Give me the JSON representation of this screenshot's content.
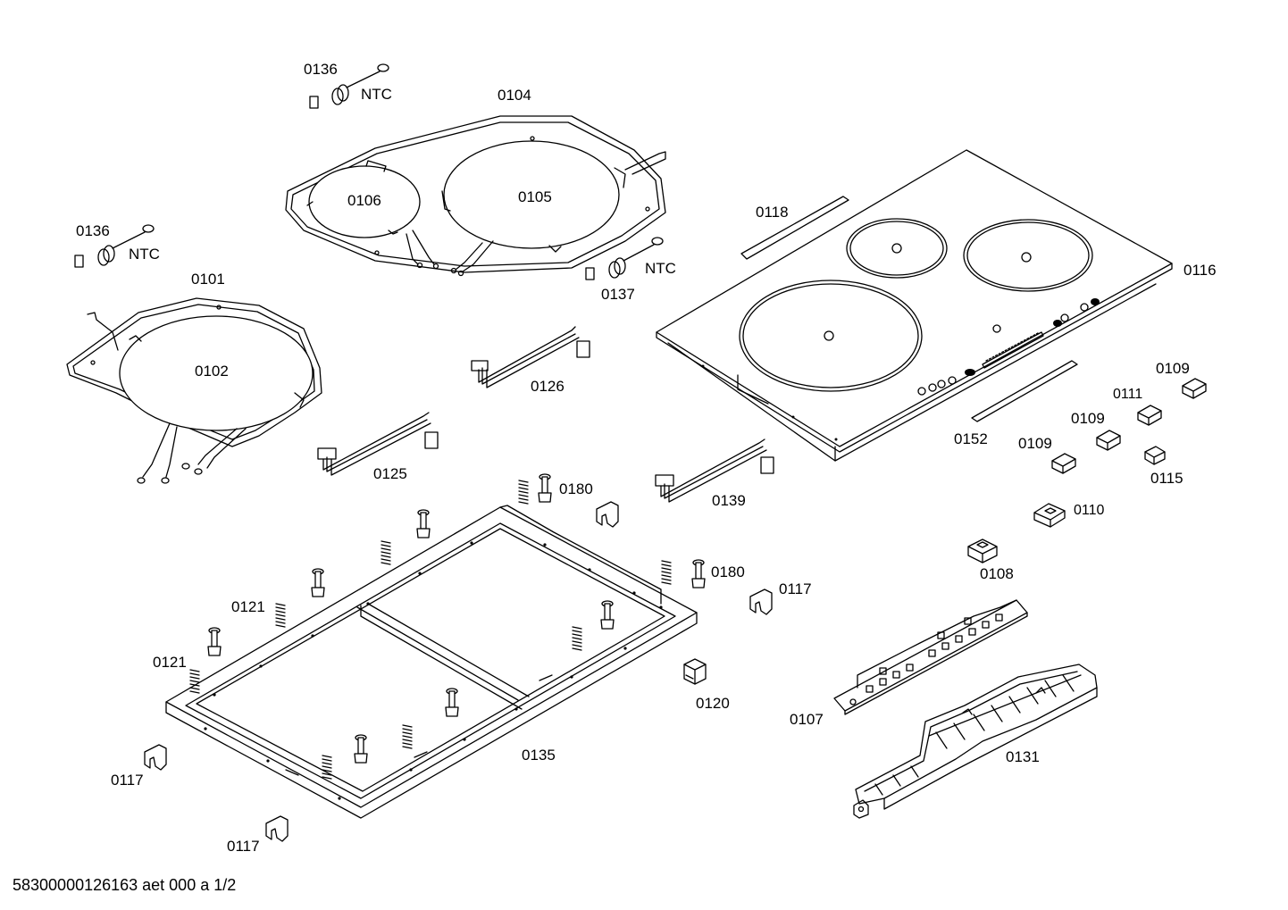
{
  "labels": {
    "p0136a": "0136",
    "ntc_a": "NTC",
    "p0104": "0104",
    "p0106": "0106",
    "p0105": "0105",
    "p0136b": "0136",
    "ntc_b": "NTC",
    "p0101": "0101",
    "p0102": "0102",
    "p0137": "0137",
    "ntc_c": "NTC",
    "p0118": "0118",
    "p0116": "0116",
    "p0126": "0126",
    "p0125": "0125",
    "p0152": "0152",
    "p0109a": "0109",
    "p0111": "0111",
    "p0109b": "0109",
    "p0109c": "0109",
    "p0115": "0115",
    "p0180a": "0180",
    "p0139": "0139",
    "p0110": "0110",
    "p0108": "0108",
    "p0180b": "0180",
    "p0117a": "0117",
    "p0121a": "0121",
    "p0121b": "0121",
    "p0120": "0120",
    "p0107": "0107",
    "p0131": "0131",
    "p0135": "0135",
    "p0117b": "0117",
    "p0117c": "0117"
  },
  "footer": {
    "document_code": "58300000126163 aet 000 a 1/2"
  }
}
